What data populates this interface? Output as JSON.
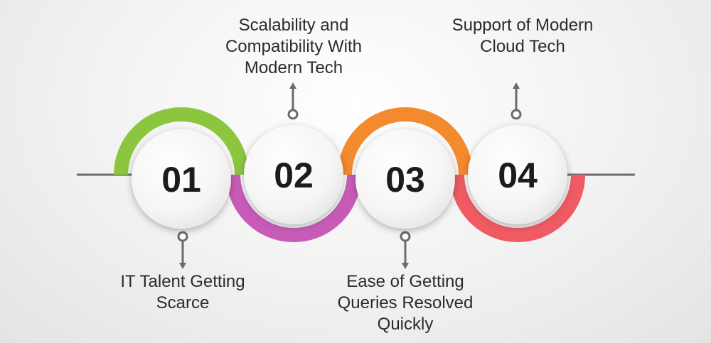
{
  "steps": [
    {
      "number": "01",
      "label": "IT Talent Getting\nScarce",
      "color": "#8cc63f"
    },
    {
      "number": "02",
      "label": "Scalability and\nCompatibility With\nModern Tech",
      "color": "#c75bb7"
    },
    {
      "number": "03",
      "label": "Ease of Getting\nQueries Resolved\nQuickly",
      "color": "#f48a2e"
    },
    {
      "number": "04",
      "label": "Support of Modern\nCloud Tech",
      "color": "#ef5a63"
    }
  ],
  "colors": {
    "line": "#6b6b6b",
    "circle": "#ffffff"
  }
}
